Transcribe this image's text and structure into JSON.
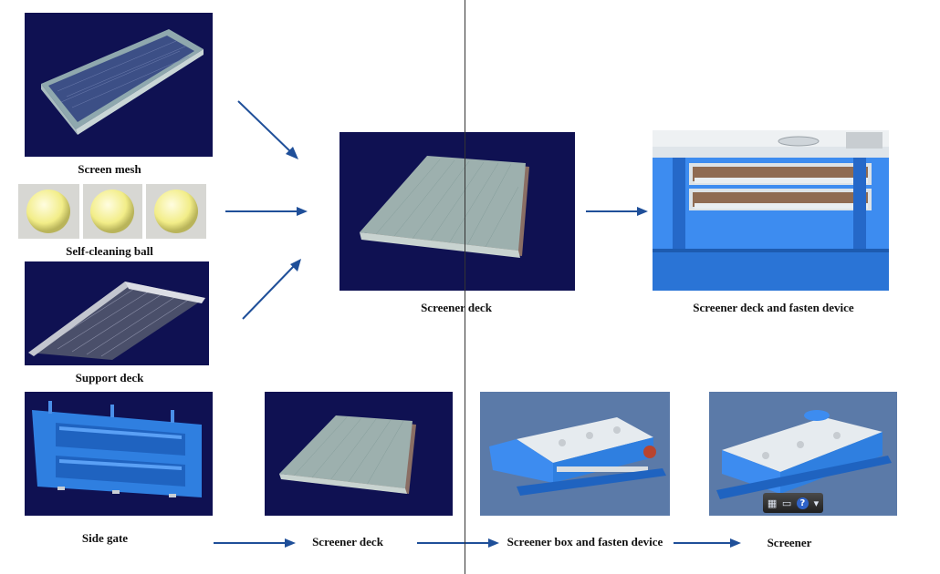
{
  "labels": {
    "screen_mesh": "Screen mesh",
    "self_cleaning_ball": "Self-cleaning ball",
    "support_deck": "Support deck",
    "screener_deck_top": "Screener deck",
    "screener_deck_fasten": "Screener deck and fasten device",
    "side_gate": "Side gate",
    "screener_deck_bottom": "Screener deck",
    "screener_box_fasten": "Screener box and fasten device",
    "screener": "Screener"
  },
  "toolbar": {
    "help_glyph": "?"
  },
  "colors": {
    "navy_background": "#0f1152",
    "steel_background": "#5b7aa8",
    "arrow": "#1f4f99",
    "machine_blue": "#2f7fe0"
  }
}
